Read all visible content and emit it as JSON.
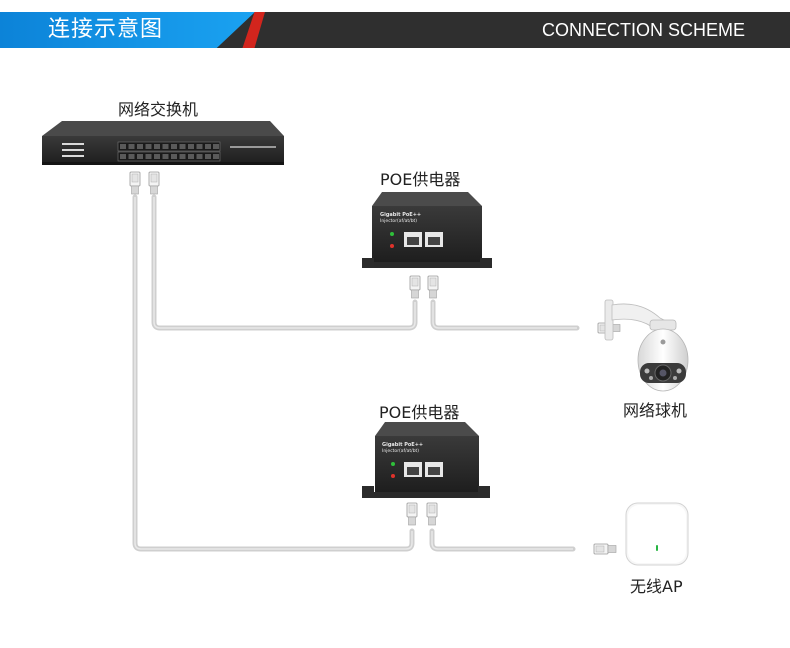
{
  "header": {
    "title_cn": "连接示意图",
    "title_en": "CONNECTION SCHEME",
    "colors": {
      "bar": "#2f2f2f",
      "accent_blue": "#1296e8",
      "accent_red": "#d2251d"
    }
  },
  "devices": {
    "switch": {
      "label": "网络交换机",
      "icon": "network-switch-icon"
    },
    "injector_top": {
      "label": "POE供电器",
      "icon": "poe-injector-icon",
      "front_text": "Gigabit PoE++ Injector(af/at/bt)"
    },
    "injector_bottom": {
      "label": "POE供电器",
      "icon": "poe-injector-icon",
      "front_text": "Gigabit PoE++ Injector(af/at/bt)"
    },
    "camera": {
      "label": "网络球机",
      "icon": "dome-camera-icon"
    },
    "ap": {
      "label": "无线AP",
      "icon": "wireless-ap-icon"
    }
  },
  "cable_color": "#cfcfcf"
}
